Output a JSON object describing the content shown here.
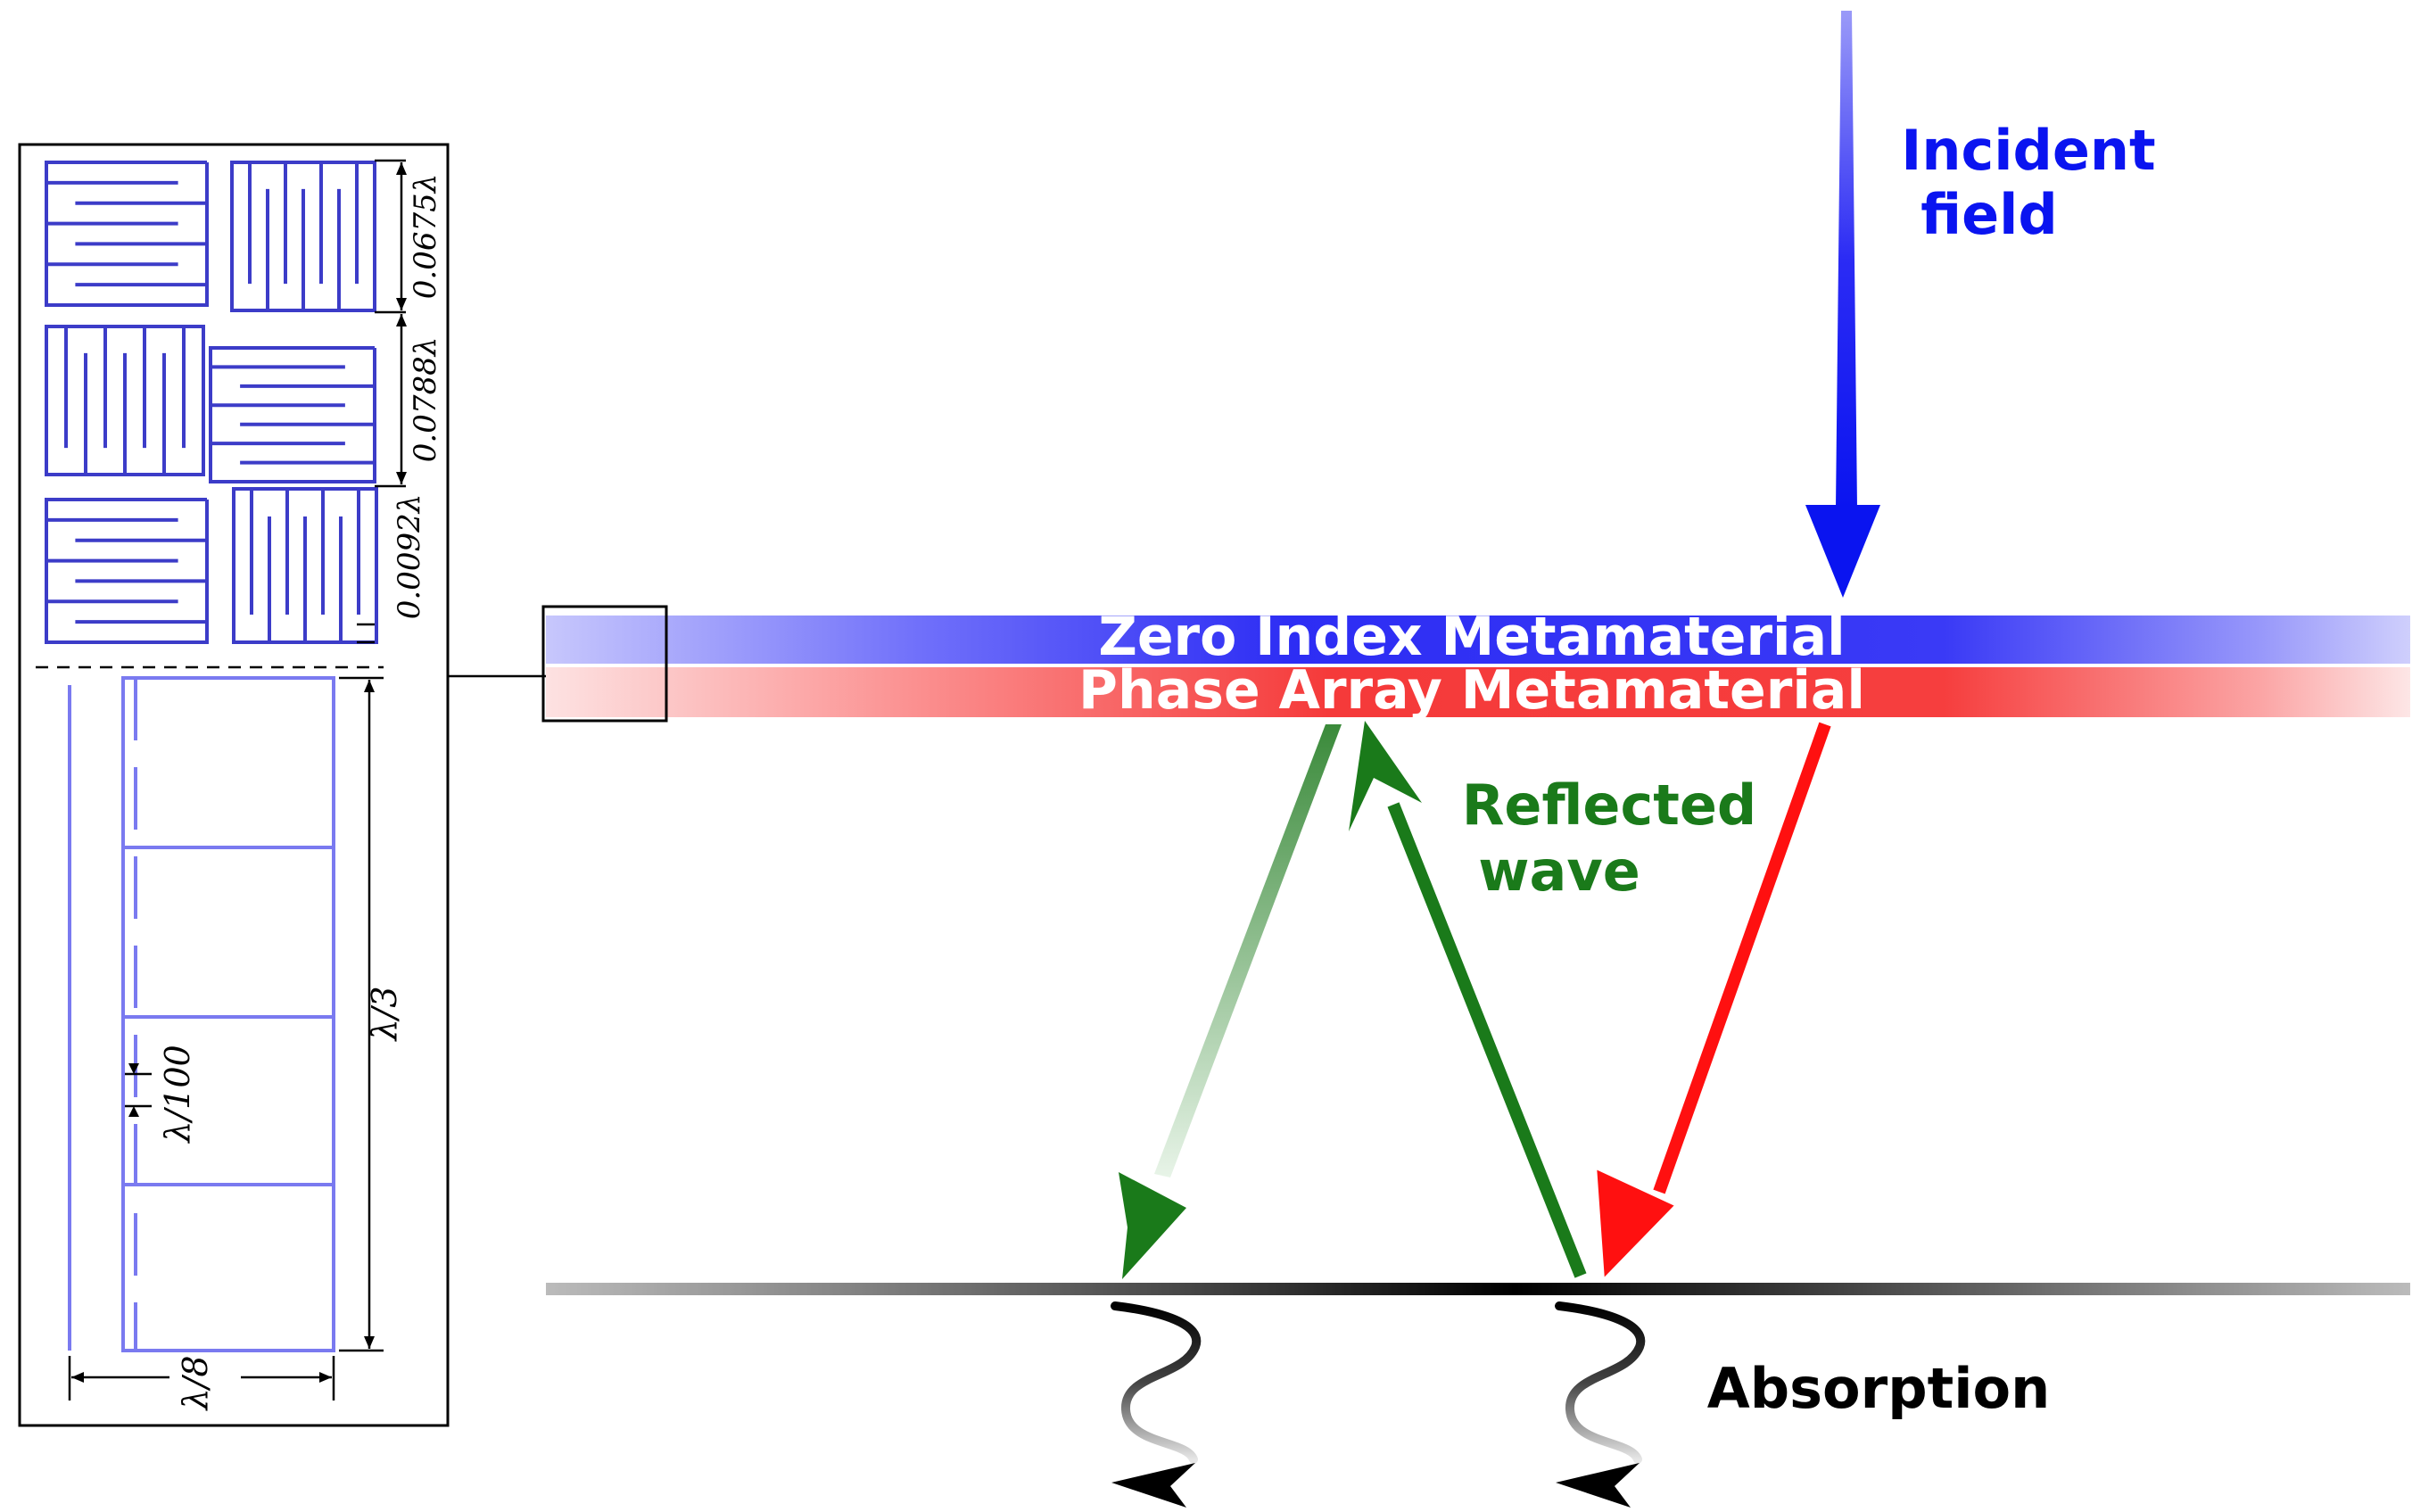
{
  "colors": {
    "incident": "#0a14f0",
    "reflected": "#1a7a1a",
    "red": "#ff1010",
    "unit_cell": "#3c3cc8",
    "lower_cell": "#7a7af0"
  },
  "labels": {
    "incident_line1": "Incident",
    "incident_line2": "field",
    "zim": "Zero Index Metamaterial",
    "pam": "Phase Array Metamaterial",
    "reflected_line1": "Reflected",
    "reflected_line2": "wave",
    "absorption": "Absorption"
  },
  "dimensions": {
    "d1": "0.0675λ",
    "d2": "0.0788λ",
    "d3": "0.0092λ",
    "lambda3": "λ/3",
    "lambda100": "λ/100",
    "lambda8": "λ/8"
  }
}
